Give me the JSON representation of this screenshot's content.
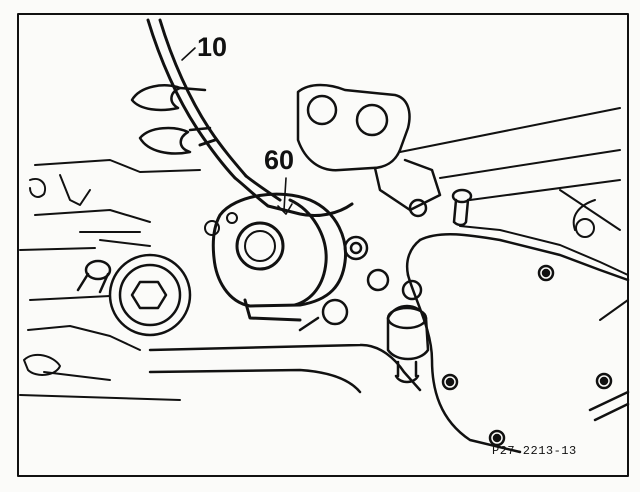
{
  "diagram": {
    "callouts": [
      {
        "id": "10",
        "label": "10"
      },
      {
        "id": "60",
        "label": "60"
      }
    ],
    "figure_reference": "P27-2213-13"
  }
}
